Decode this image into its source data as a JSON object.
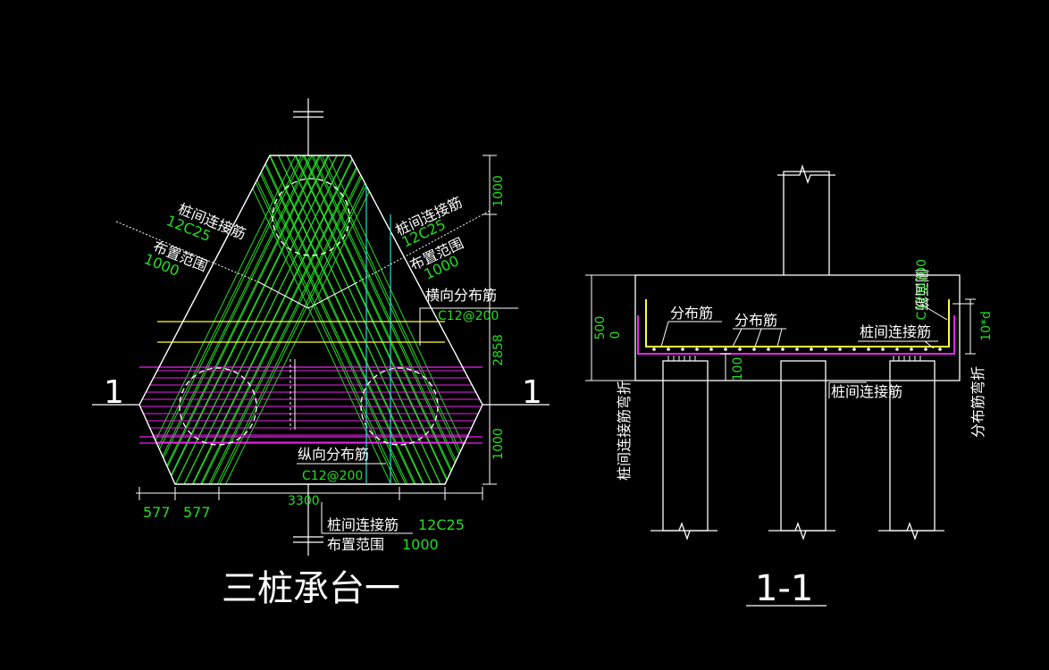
{
  "titles": {
    "plan": "三桩承台一",
    "section": "1-1",
    "cut_mark": "1"
  },
  "plan": {
    "dim_top": "1000",
    "dim_middle": "2858",
    "dim_bottom": "1000",
    "dim_left_1": "577",
    "dim_left_2": "577",
    "dim_base": "3300",
    "left_rebar": {
      "name": "桩间连接筋",
      "spec": "12C25",
      "range_label": "布置范围",
      "range": "1000"
    },
    "right_rebar": {
      "name": "桩间连接筋",
      "spec": "12C25",
      "range_label": "布置范围",
      "range": "1000"
    },
    "transverse": {
      "name": "横向分布筋",
      "spec": "C12@200"
    },
    "longitudinal": {
      "name": "纵向分布筋",
      "spec": "C12@200"
    },
    "bottom_rebar": {
      "name": "桩间连接筋",
      "spec": "12C25",
      "range_label": "布置范围",
      "range": "1000"
    }
  },
  "section": {
    "dim_height_a": "500",
    "dim_height_b": "0",
    "dim_embed": "100",
    "dim_bend": "10*d",
    "labels": {
      "distribution_1": "分布筋",
      "distribution_2": "分布筋",
      "side_rebar": "侧面筋",
      "side_spec": "C12@200",
      "connect_1": "桩间连接筋",
      "connect_2": "桩间连接筋",
      "connect_bend": "桩间连接筋弯折",
      "distribution_bend": "分布筋弯折"
    }
  },
  "colors": {
    "background": "#000000",
    "line": "#ffffff",
    "hatch": "#22dd22",
    "yellow_rebar": "#ffff33",
    "magenta_rebar": "#ee22ee",
    "cyan": "#22dddd"
  }
}
